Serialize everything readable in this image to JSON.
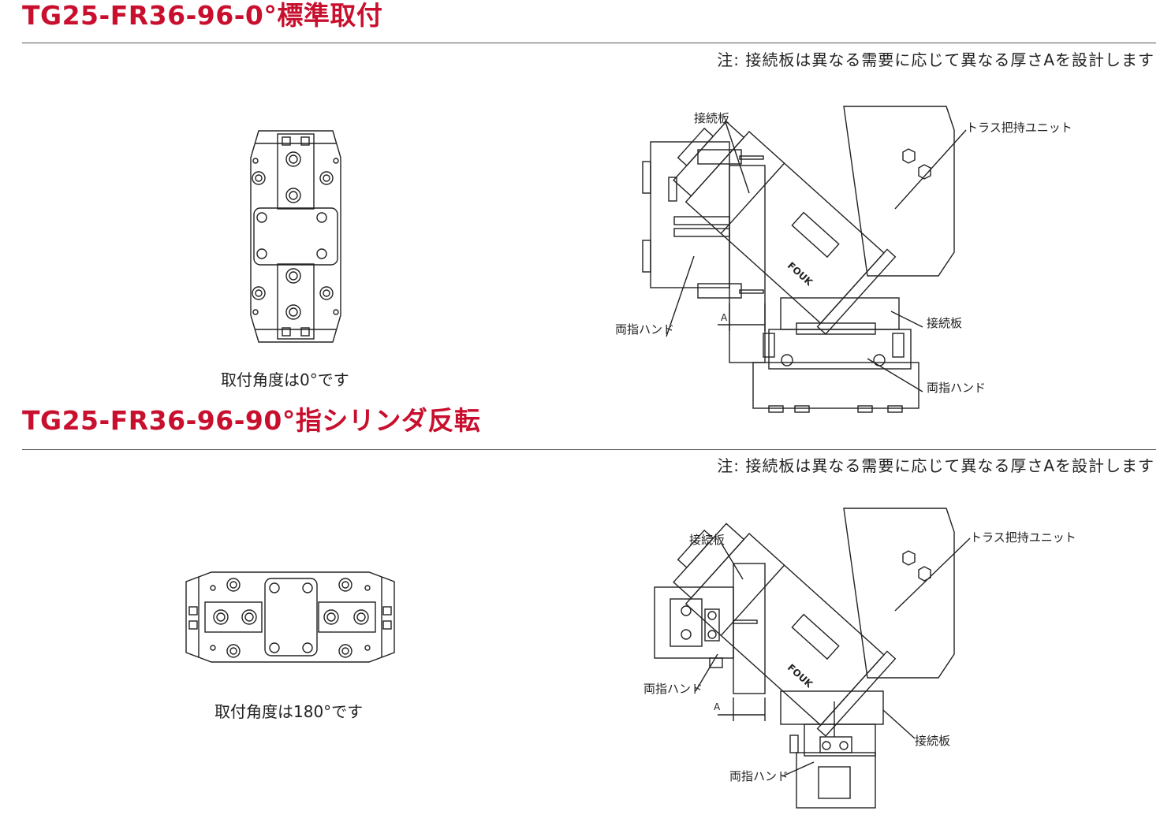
{
  "sections": [
    {
      "title": "TG25-FR36-96-0°標準取付",
      "note": "注: 接続板は異なる需要に応じて異なる厚さAを設計します",
      "caption": "取付角度は0°です",
      "labels": {
        "plate_top": "接続板",
        "truss": "トラス把持ユニット",
        "hand_left": "両指ハンド",
        "dim_a": "A",
        "plate_bottom": "接続板",
        "hand_bottom": "両指ハンド"
      }
    },
    {
      "title": "TG25-FR36-96-90°指シリンダ反転",
      "note": "注: 接続板は異なる需要に応じて異なる厚さAを設計します",
      "caption": "取付角度は180°です",
      "labels": {
        "plate_top": "接続板",
        "truss": "トラス把持ユニット",
        "hand_left": "両指ハンド",
        "dim_a": "A",
        "plate_bottom": "接続板",
        "hand_bottom": "両指ハンド"
      }
    }
  ]
}
